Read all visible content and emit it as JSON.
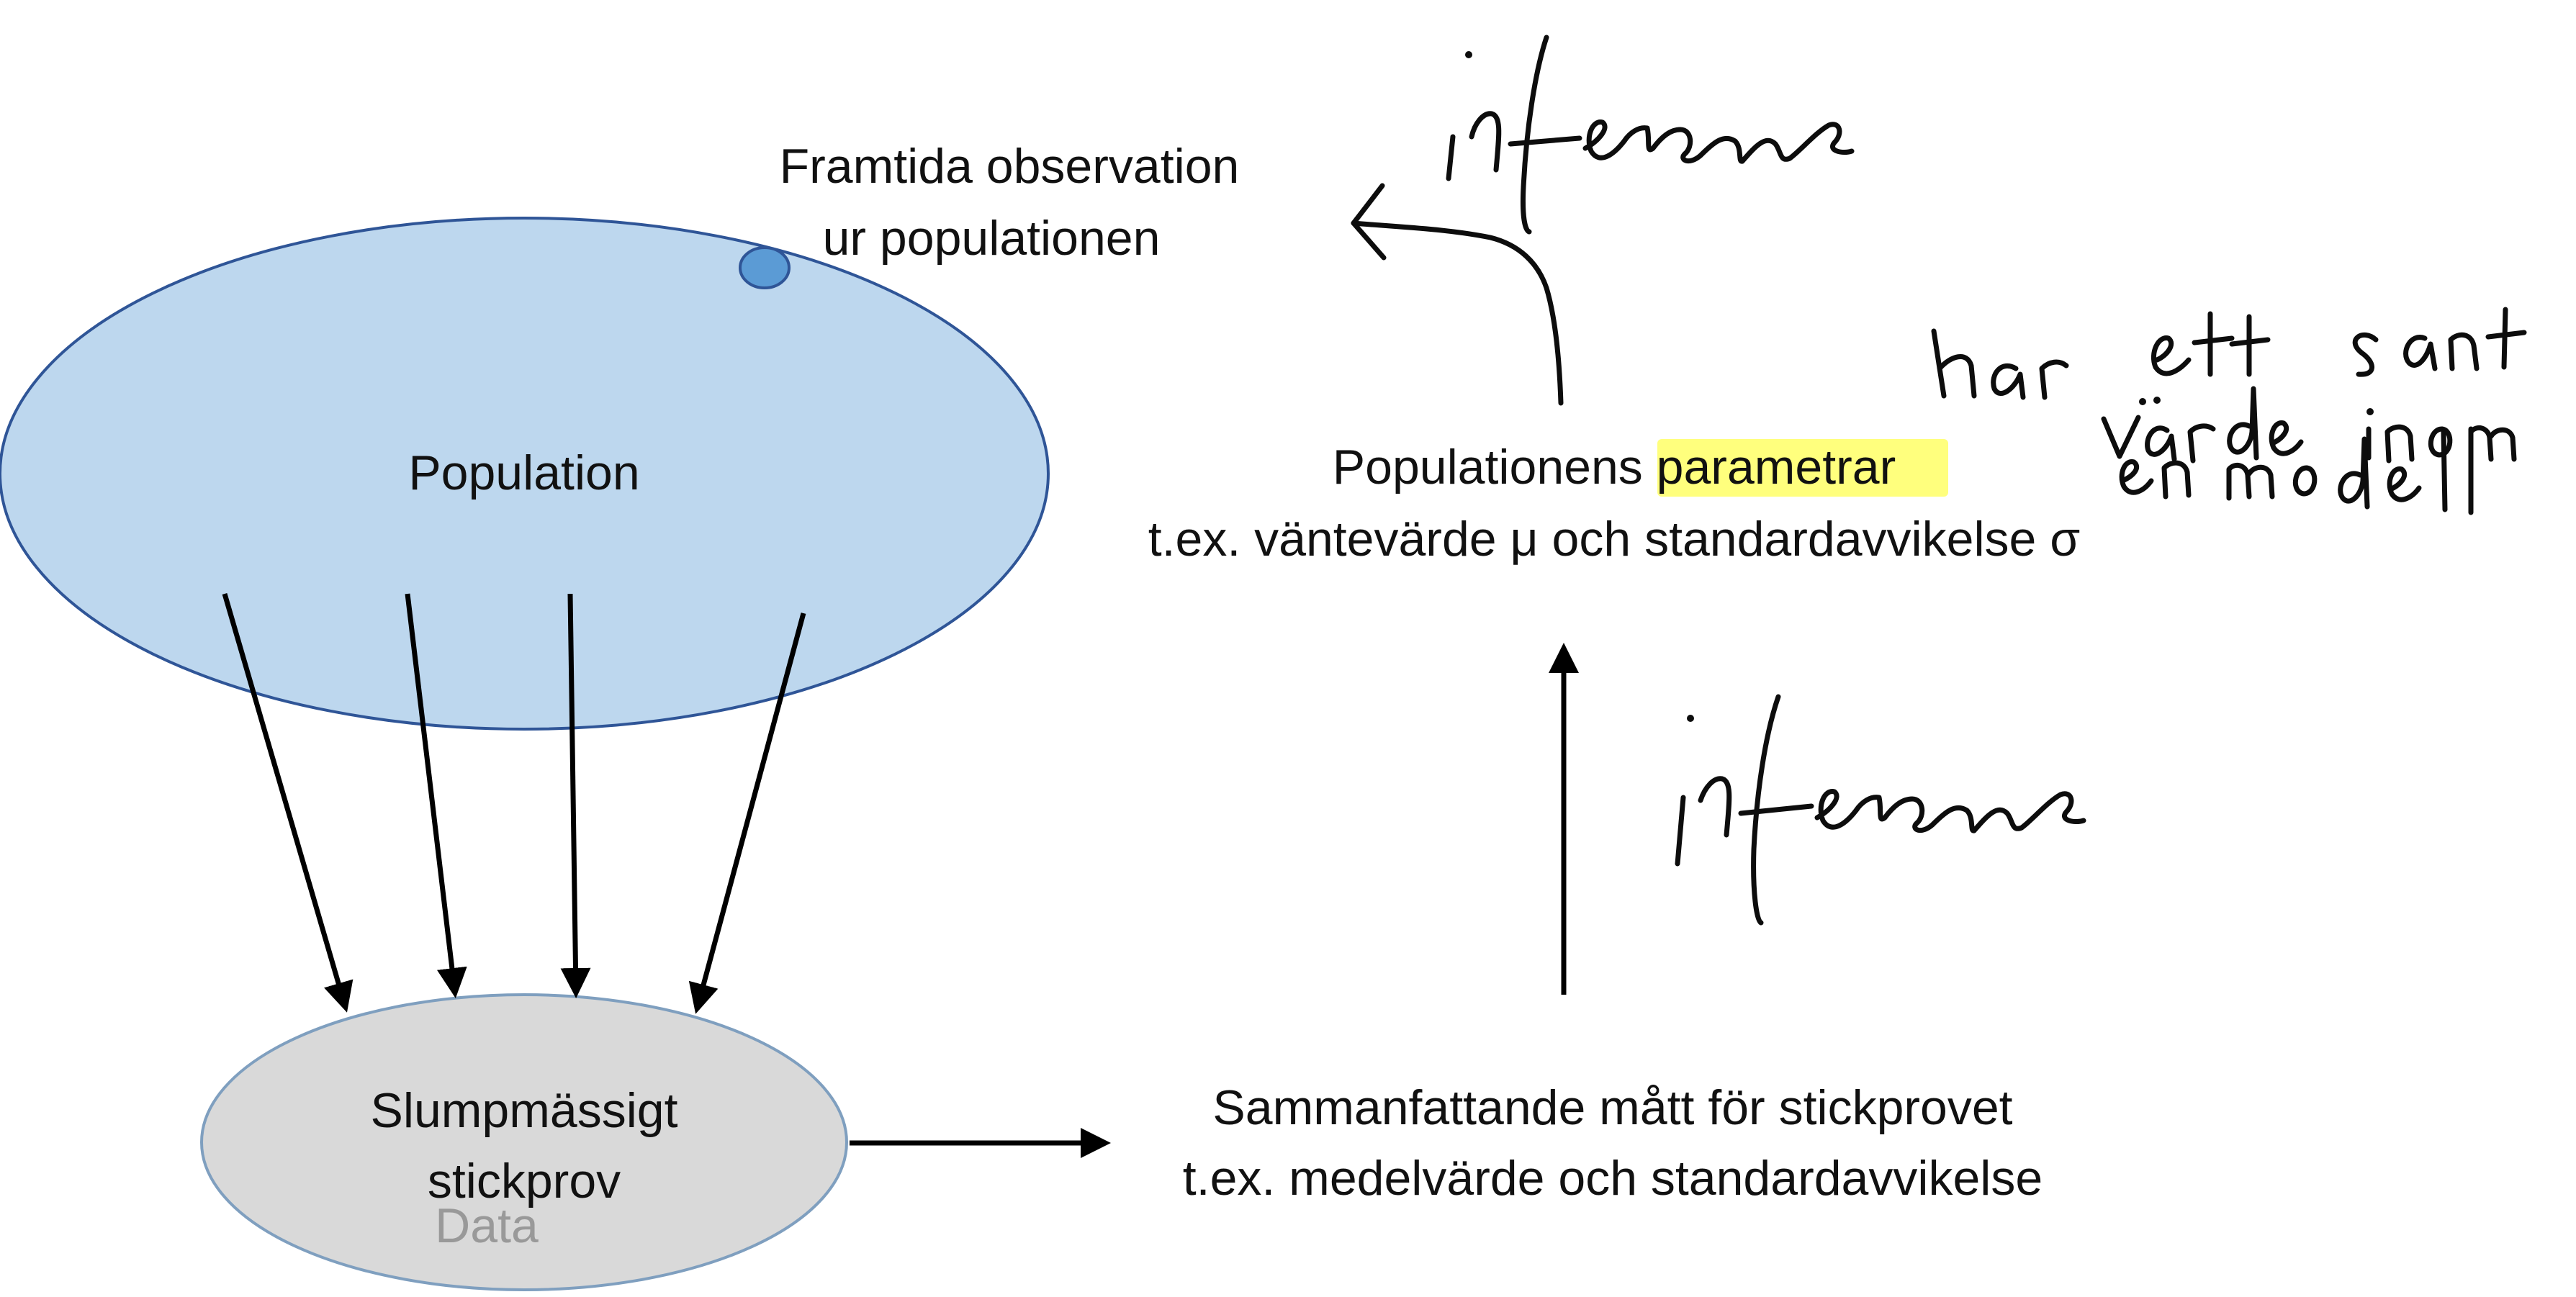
{
  "labels": {
    "future_observation_line1": "Framtida observation",
    "future_observation_line2": "ur populationen",
    "population": "Population",
    "sample_line1": "Slumpmässigt",
    "sample_line2": "stickprov",
    "sample_data": "Data",
    "parameters_line1_prefix": "Populationens ",
    "parameters_line1_highlight": "parametrar",
    "parameters_line2": "t.ex. väntevärde μ och standardavvikelse σ",
    "summary_line1": "Sammanfattande mått för stickprovet",
    "summary_line2": "t.ex. medelvärde och standardavvikelse"
  },
  "handwriting": {
    "inference_top": "inferens",
    "inference_middle": "inferens",
    "note_line1": "har ett sant",
    "note_line2": "värde inom",
    "note_line3": "en modell"
  },
  "colors": {
    "population_fill": "#bdd7ee",
    "population_stroke": "#2f5597",
    "observation_dot": "#5b9bd5",
    "sample_fill": "#d9d9d9",
    "sample_stroke": "#7f9fbf",
    "highlight": "#ffff66",
    "data_label": "#999999"
  }
}
